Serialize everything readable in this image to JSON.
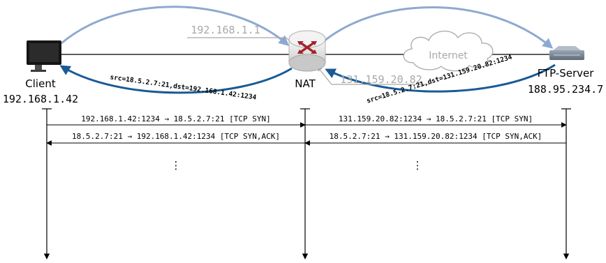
{
  "nodes": {
    "client": {
      "name": "Client",
      "ip": "192.168.1.42"
    },
    "nat": {
      "name": "NAT",
      "inner_ip": "192.168.1.1",
      "outer_ip": "131.159.20.82"
    },
    "internet": {
      "name": "Internet"
    },
    "server": {
      "name": "FTP-Server",
      "ip": "188.95.234.7"
    }
  },
  "rewrite_labels": {
    "left": "src=18.5.2.7:21,dst=192.168.1.42:1234",
    "right": "src=18.5.2.7:21,dst=131.159.20.82:1234"
  },
  "messages": {
    "left_syn": "192.168.1.42:1234 → 18.5.2.7:21 [TCP SYN]",
    "left_synack": "18.5.2.7:21 → 192.168.1.42:1234 [TCP SYN,ACK]",
    "right_syn": "131.159.20.82:1234 → 18.5.2.7:21 [TCP SYN]",
    "right_synack": "18.5.2.7:21 → 131.159.20.82:1234 [TCP SYN,ACK]",
    "ellipsis": "⋮"
  },
  "colors": {
    "forward_arc": "#8ea9d1",
    "return_arc": "#1a5a96",
    "ip_gray": "#a8a8a8",
    "nat_cross": "#a3242b",
    "line": "#000000"
  }
}
